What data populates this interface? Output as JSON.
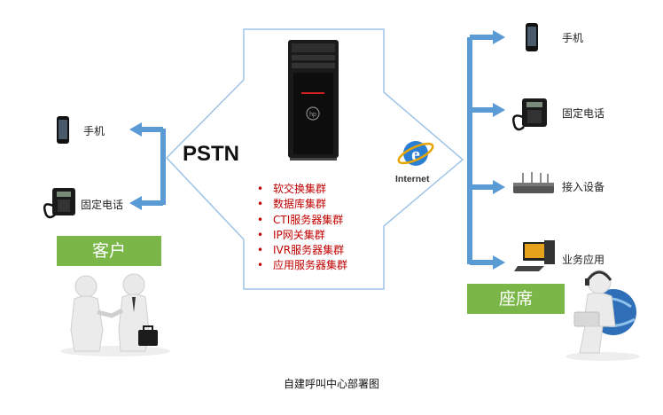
{
  "network": {
    "pstn_label": "PSTN",
    "internet_label": "Internet",
    "center_features": [
      "软交换集群",
      "数据库集群",
      "CTI服务器集群",
      "IP网关集群",
      "IVR服务器集群",
      "应用服务器集群"
    ]
  },
  "customer": {
    "group_label": "客户",
    "devices": [
      {
        "label": "手机",
        "icon": "mobile-phone-icon"
      },
      {
        "label": "固定电话",
        "icon": "desk-phone-icon"
      }
    ]
  },
  "agent": {
    "group_label": "座席",
    "devices": [
      {
        "label": "手机",
        "icon": "mobile-phone-icon"
      },
      {
        "label": "固定电话",
        "icon": "desk-phone-icon"
      },
      {
        "label": "接入设备",
        "icon": "router-icon"
      },
      {
        "label": "业务应用",
        "icon": "computer-icon"
      }
    ]
  },
  "caption": "自建呼叫中心部署图",
  "colors": {
    "arrow_stroke": "#9dc3e6",
    "bracket_blue": "#5b9bd5",
    "group_box_green": "#7ab648",
    "feature_text_red": "#c00000"
  }
}
